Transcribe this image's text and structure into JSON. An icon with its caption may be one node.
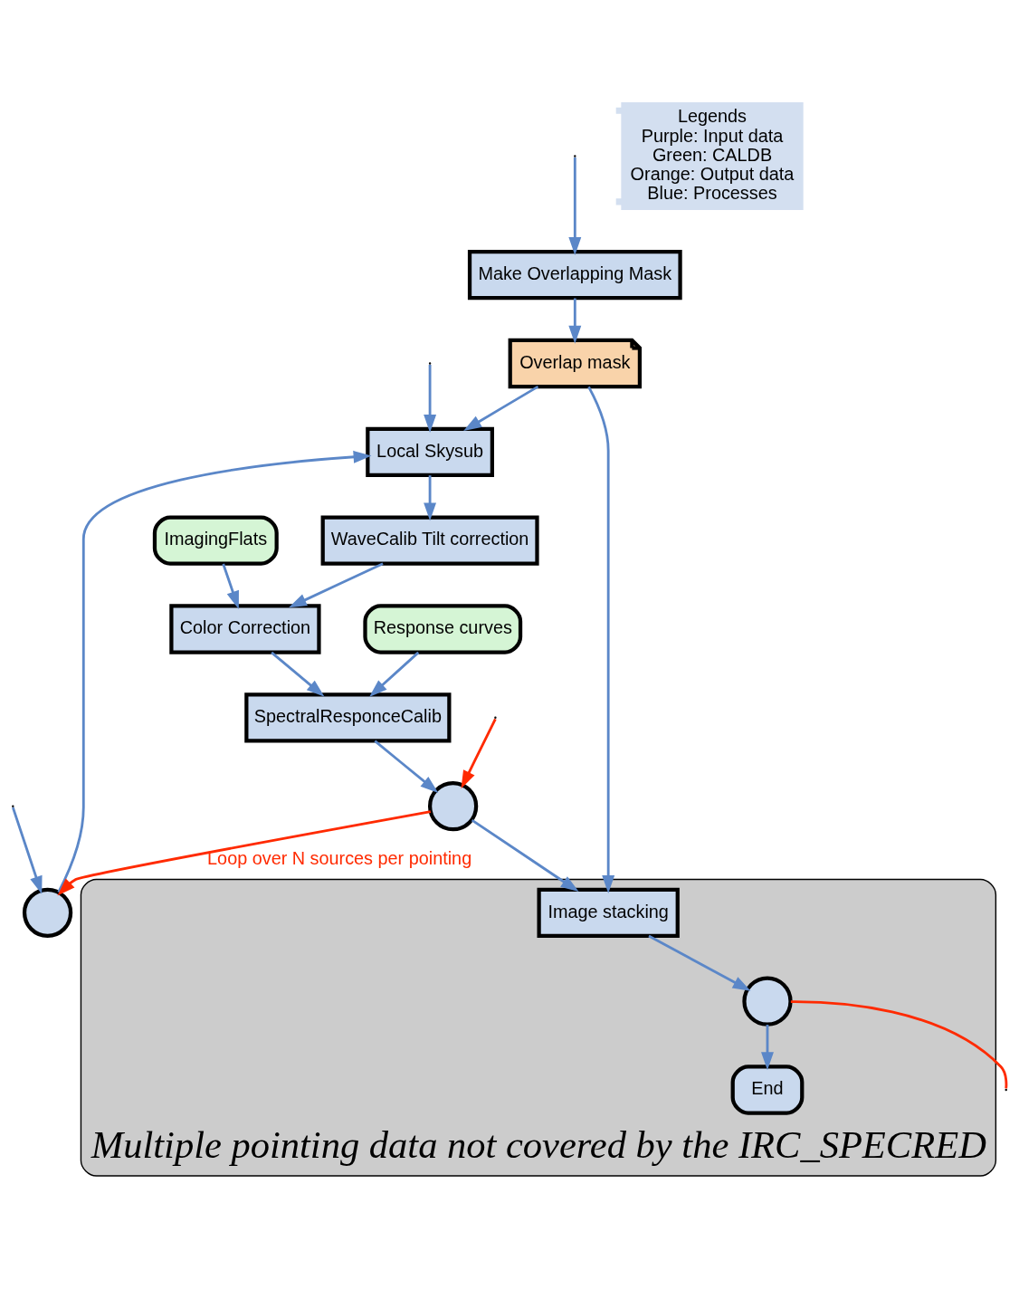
{
  "diagram": {
    "nodes": [
      {
        "text": [
          "Make Overlapping Mask"
        ]
      },
      {
        "text": [
          "Overlap mask"
        ]
      },
      {
        "text": [],
        "shape": "circle"
      },
      {
        "text": [
          "Legends",
          "Purple: Input data",
          "Green: CALDB",
          "Orange: Output data",
          "Blue: Processes"
        ]
      },
      {
        "text": [
          "Local Skysub"
        ]
      },
      {
        "text": [
          "WaveCalib Tilt correction"
        ]
      },
      {
        "text": [
          "ImagingFlats"
        ]
      },
      {
        "text": [
          "Color Correction"
        ]
      },
      {
        "text": [
          "Response curves"
        ]
      },
      {
        "text": [
          "SpectralResponceCalib"
        ]
      },
      {
        "text": [],
        "shape": "circle"
      },
      {
        "text": [
          "Multiple pointing data not covered by the IRC_SPECRED"
        ]
      },
      {
        "text": [
          "Image stacking"
        ],
        "in": 11
      },
      {
        "text": [],
        "shape": "circle",
        "in": 11
      },
      {
        "text": [
          "End"
        ],
        "in": 11
      }
    ],
    "edges": [
      {
        "from": null,
        "to": 0,
        "arrow": "to"
      },
      {
        "from": 0,
        "to": 1,
        "arrow": "to"
      },
      {
        "from": null,
        "to": 2,
        "arrow": "to"
      },
      {
        "from": 1,
        "to": 4,
        "arrow": "to"
      },
      {
        "from": null,
        "to": 4,
        "arrow": "to"
      },
      {
        "from": 10,
        "to": 2,
        "arrow": "to",
        "label": "Loop over N sources per pointing",
        "color": "#ff2a00"
      },
      {
        "from": 2,
        "to": 4,
        "arrow": "to"
      },
      {
        "from": 4,
        "to": 5,
        "arrow": "to"
      },
      {
        "from": 5,
        "to": 7,
        "arrow": "to"
      },
      {
        "from": 6,
        "to": 7,
        "arrow": "to"
      },
      {
        "from": 7,
        "to": 9,
        "arrow": "to"
      },
      {
        "from": 8,
        "to": 9,
        "arrow": "to"
      },
      {
        "from": 9,
        "to": 10,
        "arrow": "to"
      },
      {
        "from": null,
        "to": 10,
        "arrow": "to",
        "color": "#ff2a00"
      },
      {
        "from": 10,
        "to": 12,
        "arrow": "to"
      },
      {
        "from": 1,
        "to": 12,
        "arrow": "to"
      },
      {
        "from": 12,
        "to": 13,
        "arrow": "to"
      },
      {
        "from": 13,
        "to": 14,
        "arrow": "to"
      },
      {
        "from": 13,
        "to": null,
        "arrow": "none",
        "color": "#ff2a00"
      }
    ]
  }
}
